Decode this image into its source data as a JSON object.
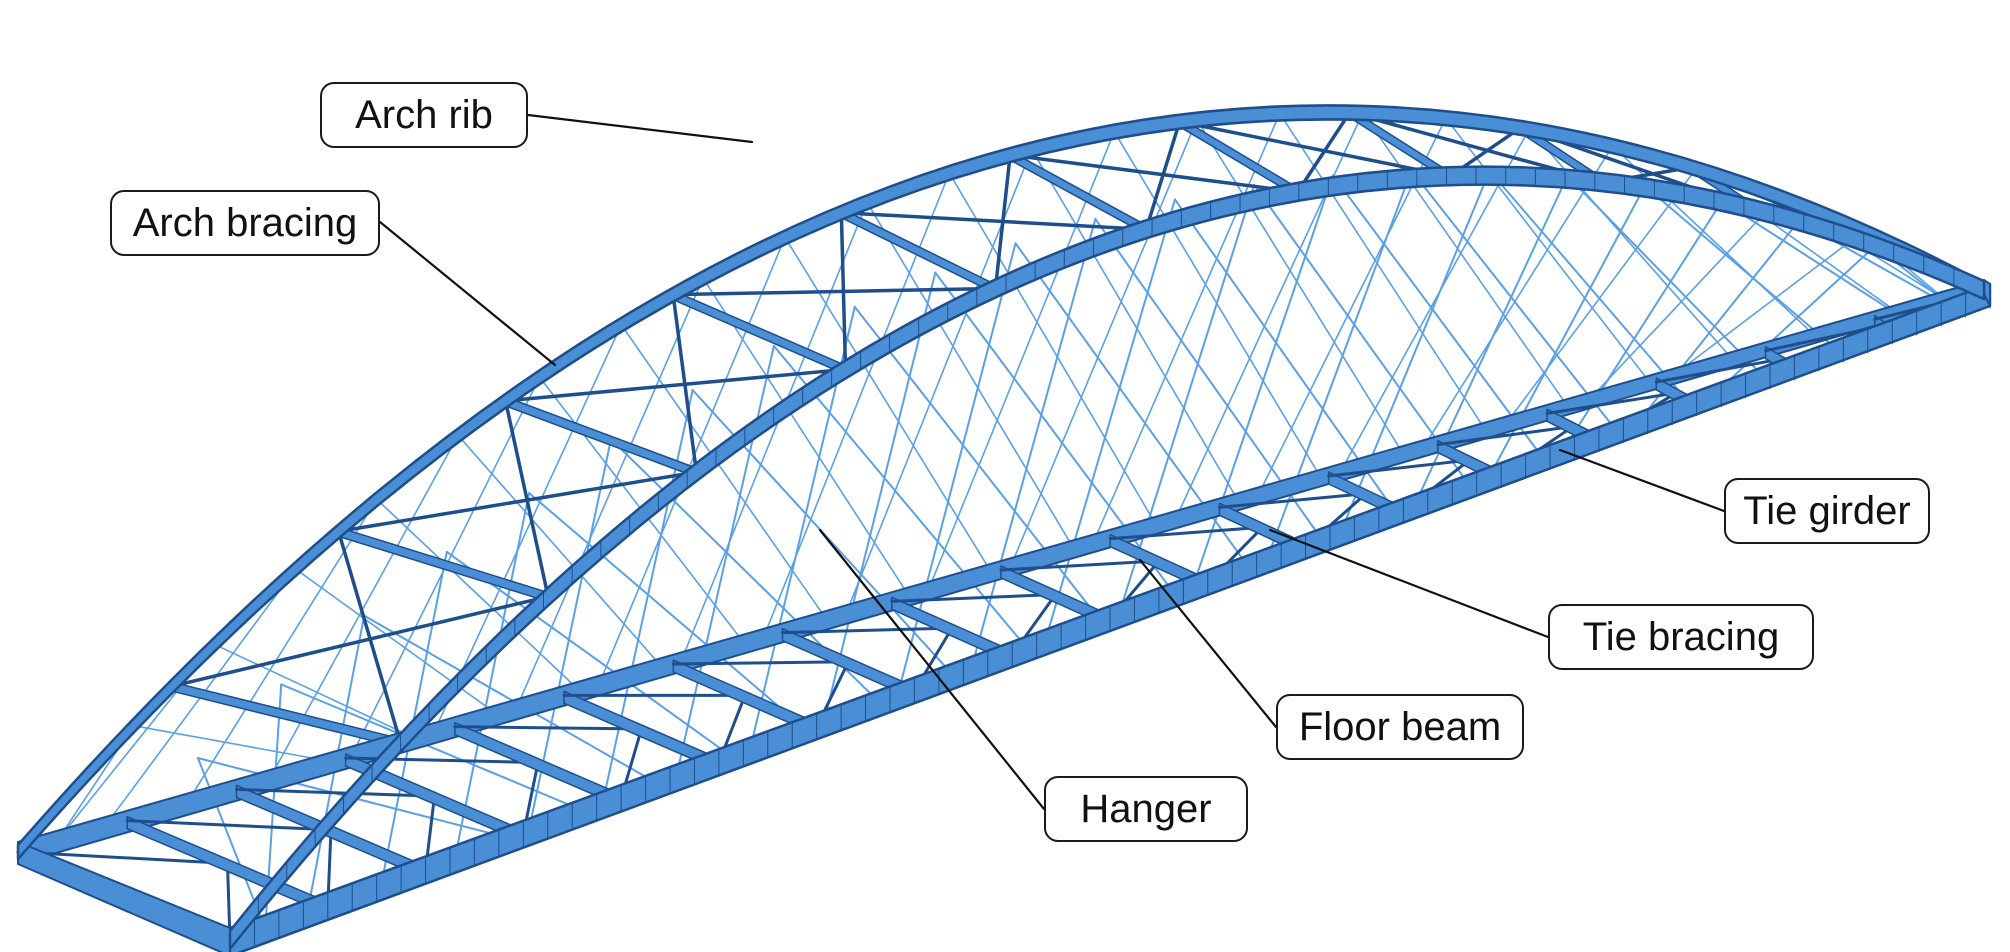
{
  "figure": {
    "structure_color": "#4a8fd6",
    "edge_color": "#1f4e8c",
    "hanger_color": "#5aa0e6",
    "leader_color": "#111111"
  },
  "labels": {
    "arch_rib": "Arch rib",
    "arch_bracing": "Arch bracing",
    "tie_girder": "Tie girder",
    "tie_bracing": "Tie bracing",
    "floor_beam": "Floor beam",
    "hanger": "Hanger"
  }
}
